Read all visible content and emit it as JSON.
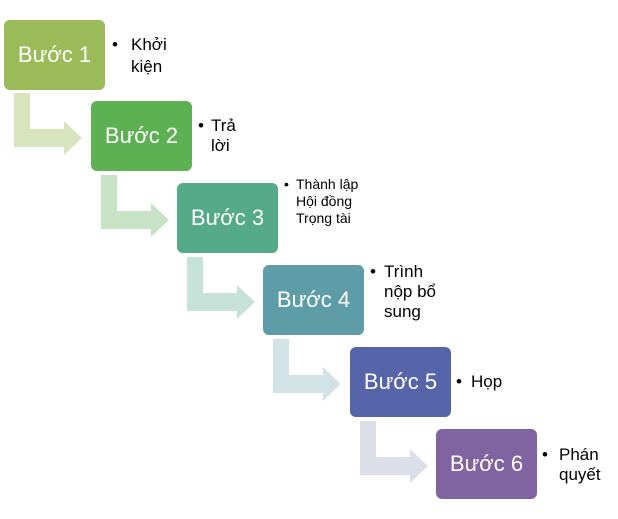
{
  "steps": [
    {
      "label": "Bước 1",
      "note": "Khởi kiện",
      "color": "#9BBB59",
      "arrow_color": "#D8E4BE"
    },
    {
      "label": "Bước 2",
      "note": "Trả lời",
      "color": "#5DB153",
      "arrow_color": "#C8E2C6"
    },
    {
      "label": "Bước 3",
      "note": "Thành lập Hội đồng Trọng tài",
      "color": "#55AA8A",
      "arrow_color": "#C6E2D9"
    },
    {
      "label": "Bước 4",
      "note": "Trình nộp bổ sung",
      "color": "#5E9CA8",
      "arrow_color": "#D3E2E6"
    },
    {
      "label": "Bước 5",
      "note": "Họp",
      "color": "#5665A9",
      "arrow_color": "#DADFE8"
    },
    {
      "label": "Bước 6",
      "note": "Phán quyết",
      "color": "#8064A2"
    }
  ]
}
